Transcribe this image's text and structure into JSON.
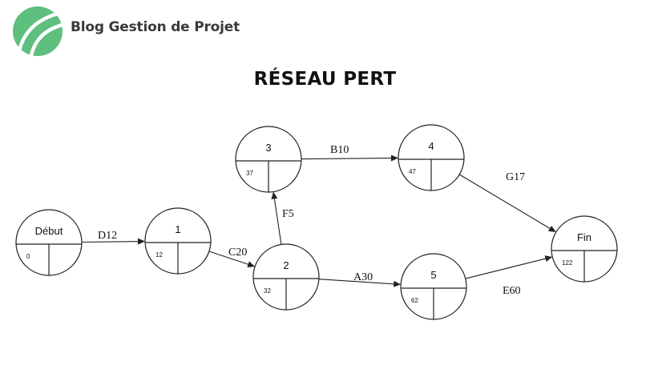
{
  "header": {
    "brand_name": "Blog Gestion de Projet",
    "logo_color": "#5fbf7e"
  },
  "diagram": {
    "title": "RÉSEAU PERT",
    "nodes": [
      {
        "id": "debut",
        "name": "Début",
        "date": "0"
      },
      {
        "id": "n1",
        "name": "1",
        "date": "12"
      },
      {
        "id": "n2",
        "name": "2",
        "date": "32"
      },
      {
        "id": "n3",
        "name": "3",
        "date": "37"
      },
      {
        "id": "n4",
        "name": "4",
        "date": "47"
      },
      {
        "id": "n5",
        "name": "5",
        "date": "62"
      },
      {
        "id": "fin",
        "name": "Fin",
        "date": "122"
      }
    ],
    "edges": [
      {
        "from": "debut",
        "to": "n1",
        "label": "D12"
      },
      {
        "from": "n1",
        "to": "n2",
        "label": "C20"
      },
      {
        "from": "n2",
        "to": "n3",
        "label": "F5"
      },
      {
        "from": "n3",
        "to": "n4",
        "label": "B10"
      },
      {
        "from": "n4",
        "to": "fin",
        "label": "G17"
      },
      {
        "from": "n2",
        "to": "n5",
        "label": "A30"
      },
      {
        "from": "n5",
        "to": "fin",
        "label": "E60"
      }
    ]
  }
}
